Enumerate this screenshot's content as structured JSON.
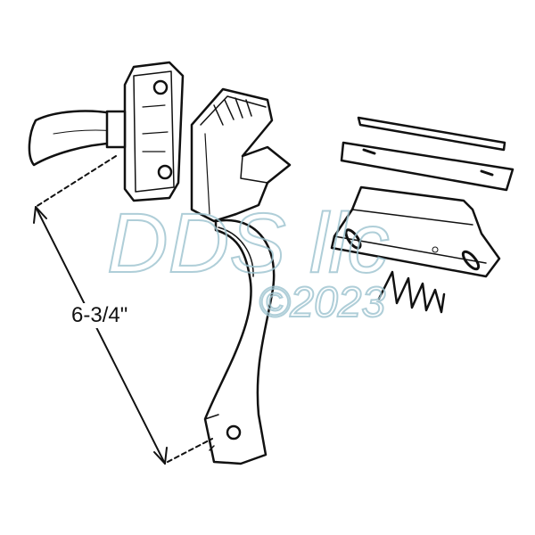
{
  "dimension": {
    "label": "6-3/4\""
  },
  "watermark": {
    "text": "DDS llc",
    "year": "©2023"
  },
  "colors": {
    "line": "#111111",
    "watermark": "#9cc3cf"
  }
}
